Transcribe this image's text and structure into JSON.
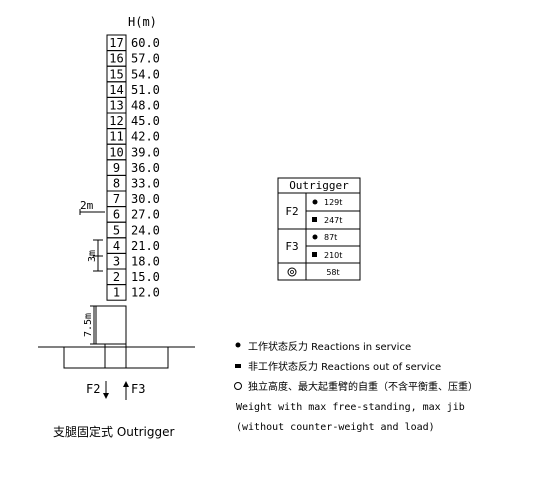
{
  "mast": {
    "axis_label": "H(m)",
    "sections": [
      {
        "number": "17",
        "height": "60.0"
      },
      {
        "number": "16",
        "height": "57.0"
      },
      {
        "number": "15",
        "height": "54.0"
      },
      {
        "number": "14",
        "height": "51.0"
      },
      {
        "number": "13",
        "height": "48.0"
      },
      {
        "number": "12",
        "height": "45.0"
      },
      {
        "number": "11",
        "height": "42.0"
      },
      {
        "number": "10",
        "height": "39.0"
      },
      {
        "number": "9",
        "height": "36.0"
      },
      {
        "number": "8",
        "height": "33.0"
      },
      {
        "number": "7",
        "height": "30.0"
      },
      {
        "number": "6",
        "height": "27.0"
      },
      {
        "number": "5",
        "height": "24.0"
      },
      {
        "number": "4",
        "height": "21.0"
      },
      {
        "number": "3",
        "height": "18.0"
      },
      {
        "number": "2",
        "height": "15.0"
      },
      {
        "number": "1",
        "height": "12.0"
      }
    ],
    "dim_2m": "2m",
    "dim_3m": "3m",
    "dim_base": "7.5m",
    "force_f2": "F2",
    "force_f3": "F3",
    "caption": "支腿固定式 Outrigger"
  },
  "table": {
    "header": "Outrigger",
    "f2_label": "F2",
    "f2_service": "129t",
    "f2_out_service": "247t",
    "f3_label": "F3",
    "f3_service": "87t",
    "f3_out_service": "210t",
    "weight": "58t"
  },
  "legend": {
    "line1": "工作状态反力  Reactions in service",
    "line2": "非工作状态反力  Reactions out of service",
    "line3": "独立高度、最大起重臂的自重（不含平衡重、压重）",
    "line4": "Weight with max free-standing,  max jib",
    "line5": "(without counter-weight and load)"
  }
}
